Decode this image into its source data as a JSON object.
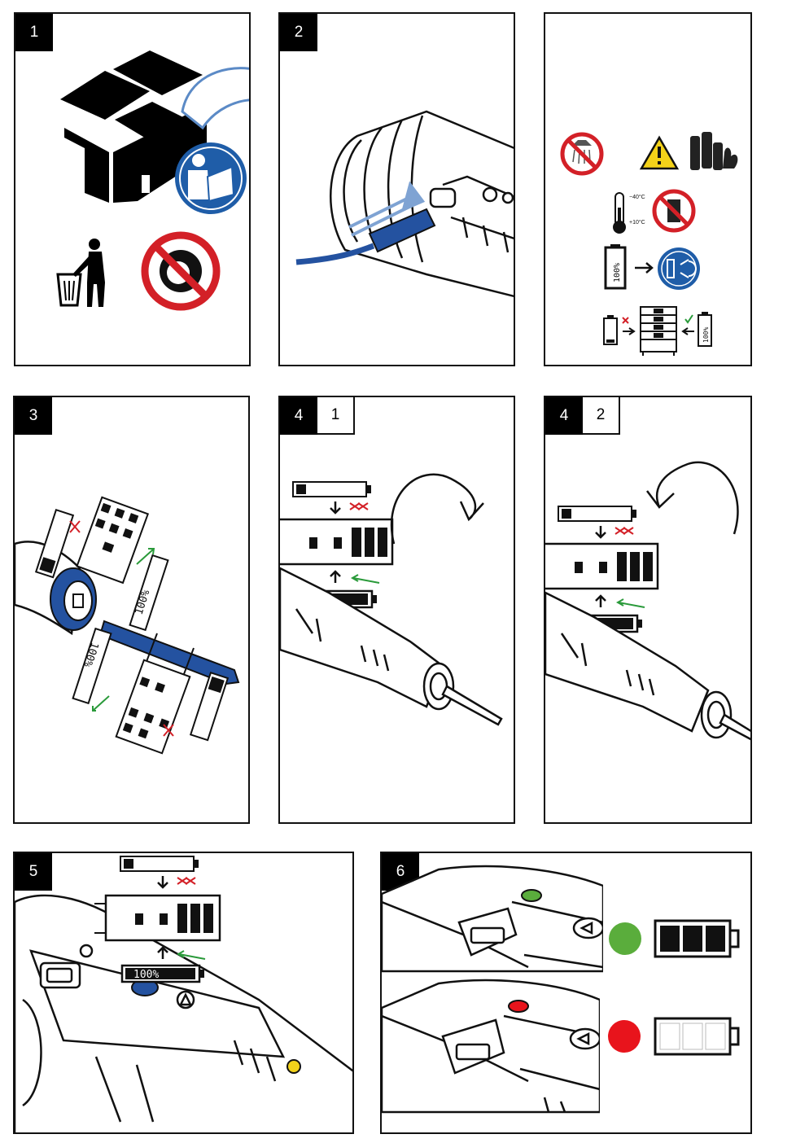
{
  "steps": {
    "p1": "1",
    "p2": "2",
    "p3": "3",
    "p4a_main": "4",
    "p4a_sub": "1",
    "p4b_main": "4",
    "p4b_sub": "2",
    "p5": "5",
    "p6": "6"
  },
  "labels": {
    "temp_high": "−40°C",
    "temp_low": "+10°C",
    "battery_full": "100%"
  },
  "colors": {
    "blue": "#2452a0",
    "led_green": "#5aad3c",
    "led_red": "#e8141c",
    "prohibit_red": "#d32027",
    "check_green": "#2a9a3a",
    "led_yellow": "#f2d21b"
  }
}
